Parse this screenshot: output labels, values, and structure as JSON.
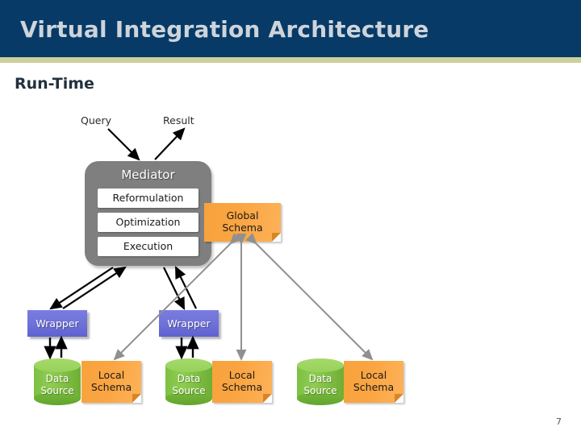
{
  "slide": {
    "title": "Virtual Integration Architecture",
    "section_heading": "Run-Time",
    "page_number": "7"
  },
  "colors": {
    "header_band": "#073a66",
    "header_stripe": "#cdd09a",
    "header_text": "#cdd4dc",
    "mediator_fill": "#7f7f7f",
    "schema_orange": "#f7a33c",
    "wrapper_blue": "#6f72d8",
    "datasource_green": "#7cc043",
    "black_arrow": "#000000",
    "gray_arrow": "#909090"
  },
  "flow_labels": {
    "query": "Query",
    "result": "Result"
  },
  "mediator": {
    "title": "Mediator",
    "steps": [
      {
        "label": "Reformulation"
      },
      {
        "label": "Optimization"
      },
      {
        "label": "Execution"
      }
    ]
  },
  "global_schema": {
    "line1": "Global",
    "line2": "Schema"
  },
  "wrappers": [
    {
      "label": "Wrapper"
    },
    {
      "label": "Wrapper"
    }
  ],
  "sources": [
    {
      "datasource_line1": "Data",
      "datasource_line2": "Source",
      "local_schema_line1": "Local",
      "local_schema_line2": "Schema"
    },
    {
      "datasource_line1": "Data",
      "datasource_line2": "Source",
      "local_schema_line1": "Local",
      "local_schema_line2": "Schema"
    },
    {
      "datasource_line1": "Data",
      "datasource_line2": "Source",
      "local_schema_line1": "Local",
      "local_schema_line2": "Schema"
    }
  ],
  "icons": {
    "query_arrow": "arrow-down-right-icon",
    "result_arrow": "arrow-up-right-icon",
    "mediator_wrapper_link": "double-arrow-icon",
    "wrapper_source_link": "double-arrow-icon",
    "schema_mapping_link": "double-headed-arrow-icon",
    "note_fold": "folded-corner-icon",
    "database": "database-cylinder-icon"
  }
}
